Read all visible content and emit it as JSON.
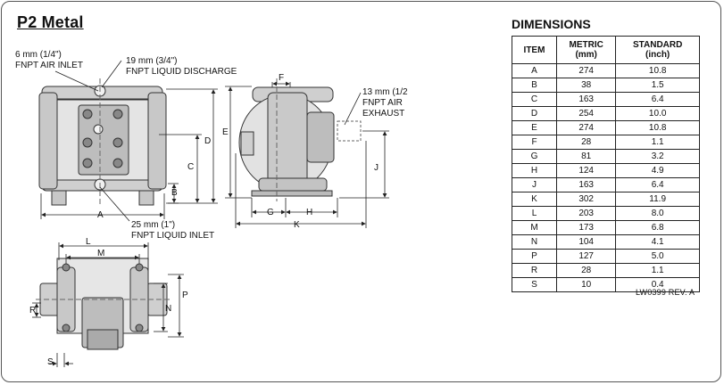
{
  "title": "P2 Metal",
  "callouts": {
    "air_inlet": [
      "6 mm (1/4\")",
      "FNPT AIR INLET"
    ],
    "liquid_discharge": [
      "19 mm (3/4\")",
      "FNPT LIQUID DISCHARGE"
    ],
    "air_exhaust": [
      "13 mm (1/2",
      "FNPT AIR",
      "EXHAUST"
    ],
    "liquid_inlet": [
      "25 mm (1\")",
      "FNPT LIQUID INLET"
    ]
  },
  "dimension_letters": [
    "A",
    "B",
    "C",
    "D",
    "E",
    "F",
    "G",
    "H",
    "J",
    "K",
    "L",
    "M",
    "N",
    "P",
    "R",
    "S"
  ],
  "dimensions_table": {
    "title": "DIMENSIONS",
    "headers": {
      "item": "ITEM",
      "metric": [
        "METRIC",
        "(mm)"
      ],
      "standard": [
        "STANDARD",
        "(inch)"
      ]
    },
    "rows": [
      {
        "item": "A",
        "metric": "274",
        "standard": "10.8"
      },
      {
        "item": "B",
        "metric": "38",
        "standard": "1.5"
      },
      {
        "item": "C",
        "metric": "163",
        "standard": "6.4"
      },
      {
        "item": "D",
        "metric": "254",
        "standard": "10.0"
      },
      {
        "item": "E",
        "metric": "274",
        "standard": "10.8"
      },
      {
        "item": "F",
        "metric": "28",
        "standard": "1.1"
      },
      {
        "item": "G",
        "metric": "81",
        "standard": "3.2"
      },
      {
        "item": "H",
        "metric": "124",
        "standard": "4.9"
      },
      {
        "item": "J",
        "metric": "163",
        "standard": "6.4"
      },
      {
        "item": "K",
        "metric": "302",
        "standard": "11.9"
      },
      {
        "item": "L",
        "metric": "203",
        "standard": "8.0"
      },
      {
        "item": "M",
        "metric": "173",
        "standard": "6.8"
      },
      {
        "item": "N",
        "metric": "104",
        "standard": "4.1"
      },
      {
        "item": "P",
        "metric": "127",
        "standard": "5.0"
      },
      {
        "item": "R",
        "metric": "28",
        "standard": "1.1"
      },
      {
        "item": "S",
        "metric": "10",
        "standard": "0.4"
      }
    ],
    "revision": "LW0399  REV. A"
  }
}
